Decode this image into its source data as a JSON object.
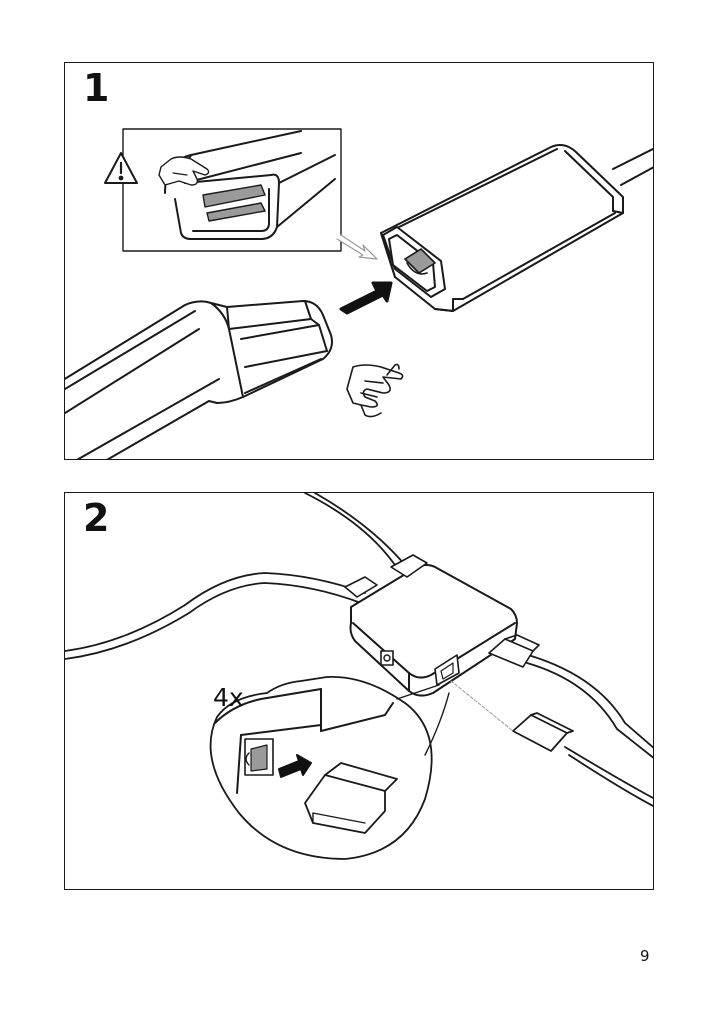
{
  "steps": [
    {
      "number": "1"
    },
    {
      "number": "2",
      "quantity_label": "4x"
    }
  ],
  "page_number": "9",
  "icons": [
    "warning-icon",
    "pointing-hand-icon",
    "arrow-icon"
  ],
  "colors": {
    "line": "#1a1a1a",
    "fill": "#ffffff",
    "shade": "#9a9a9a",
    "arrow": "#111111"
  }
}
